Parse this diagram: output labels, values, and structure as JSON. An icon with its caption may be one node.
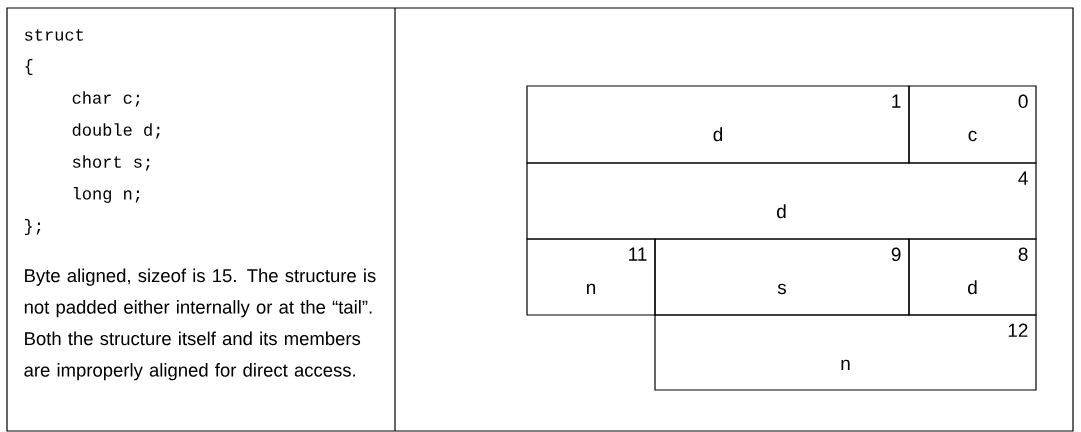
{
  "diagram": {
    "nodes": [
      {
        "text": [
          "1",
          "d"
        ]
      },
      {
        "text": [
          "0",
          "c"
        ]
      },
      {
        "text": [
          "4",
          "d"
        ]
      },
      {
        "text": [
          "11",
          "n"
        ]
      },
      {
        "text": [
          "9",
          "s"
        ]
      },
      {
        "text": [
          "8",
          "d"
        ]
      },
      {
        "text": [
          "12",
          "n"
        ]
      }
    ],
    "labels": [
      "struct",
      "{",
      "char c;",
      "double d;",
      "short s;",
      "long n;",
      "};",
      "Byte aligned, sizeof is 15. The structure is not padded either internally or at the “tail”. Both the structure itself and its members are improperly aligned for direct access."
    ]
  }
}
